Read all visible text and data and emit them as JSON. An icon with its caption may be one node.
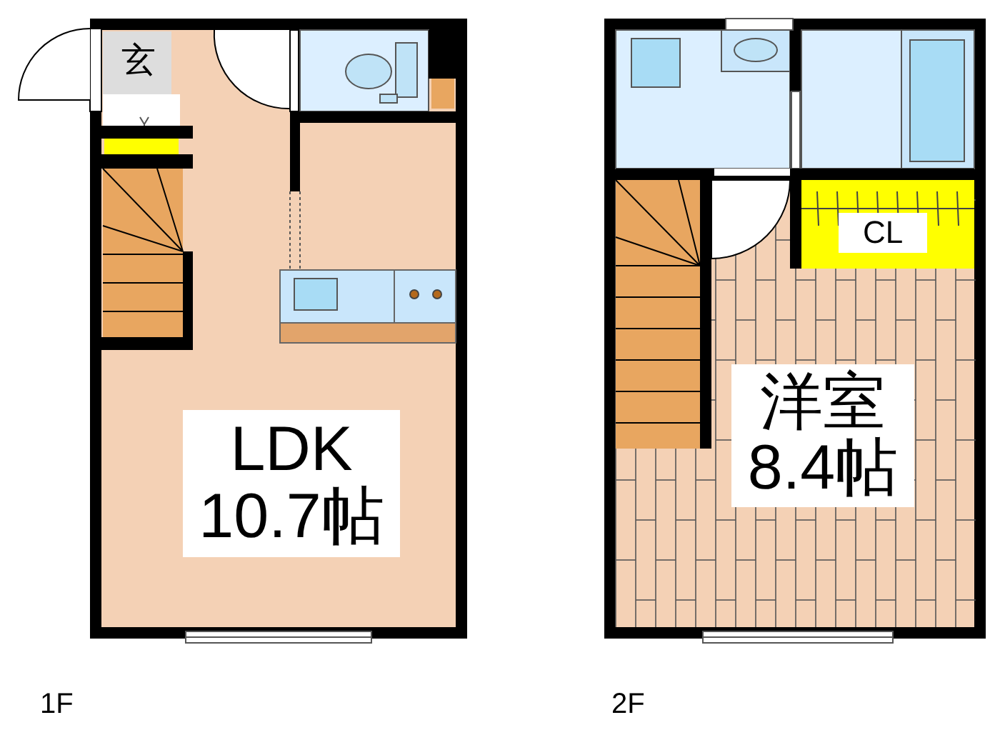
{
  "diagram": {
    "nodes": [
      {
        "text": [
          "玄"
        ]
      },
      {
        "text": [
          "LDK 10.7帖"
        ]
      },
      {
        "text": [
          "CL"
        ]
      },
      {
        "text": [
          "洋室 8.4帖"
        ]
      }
    ],
    "labels": [
      "1F",
      "2F"
    ]
  }
}
